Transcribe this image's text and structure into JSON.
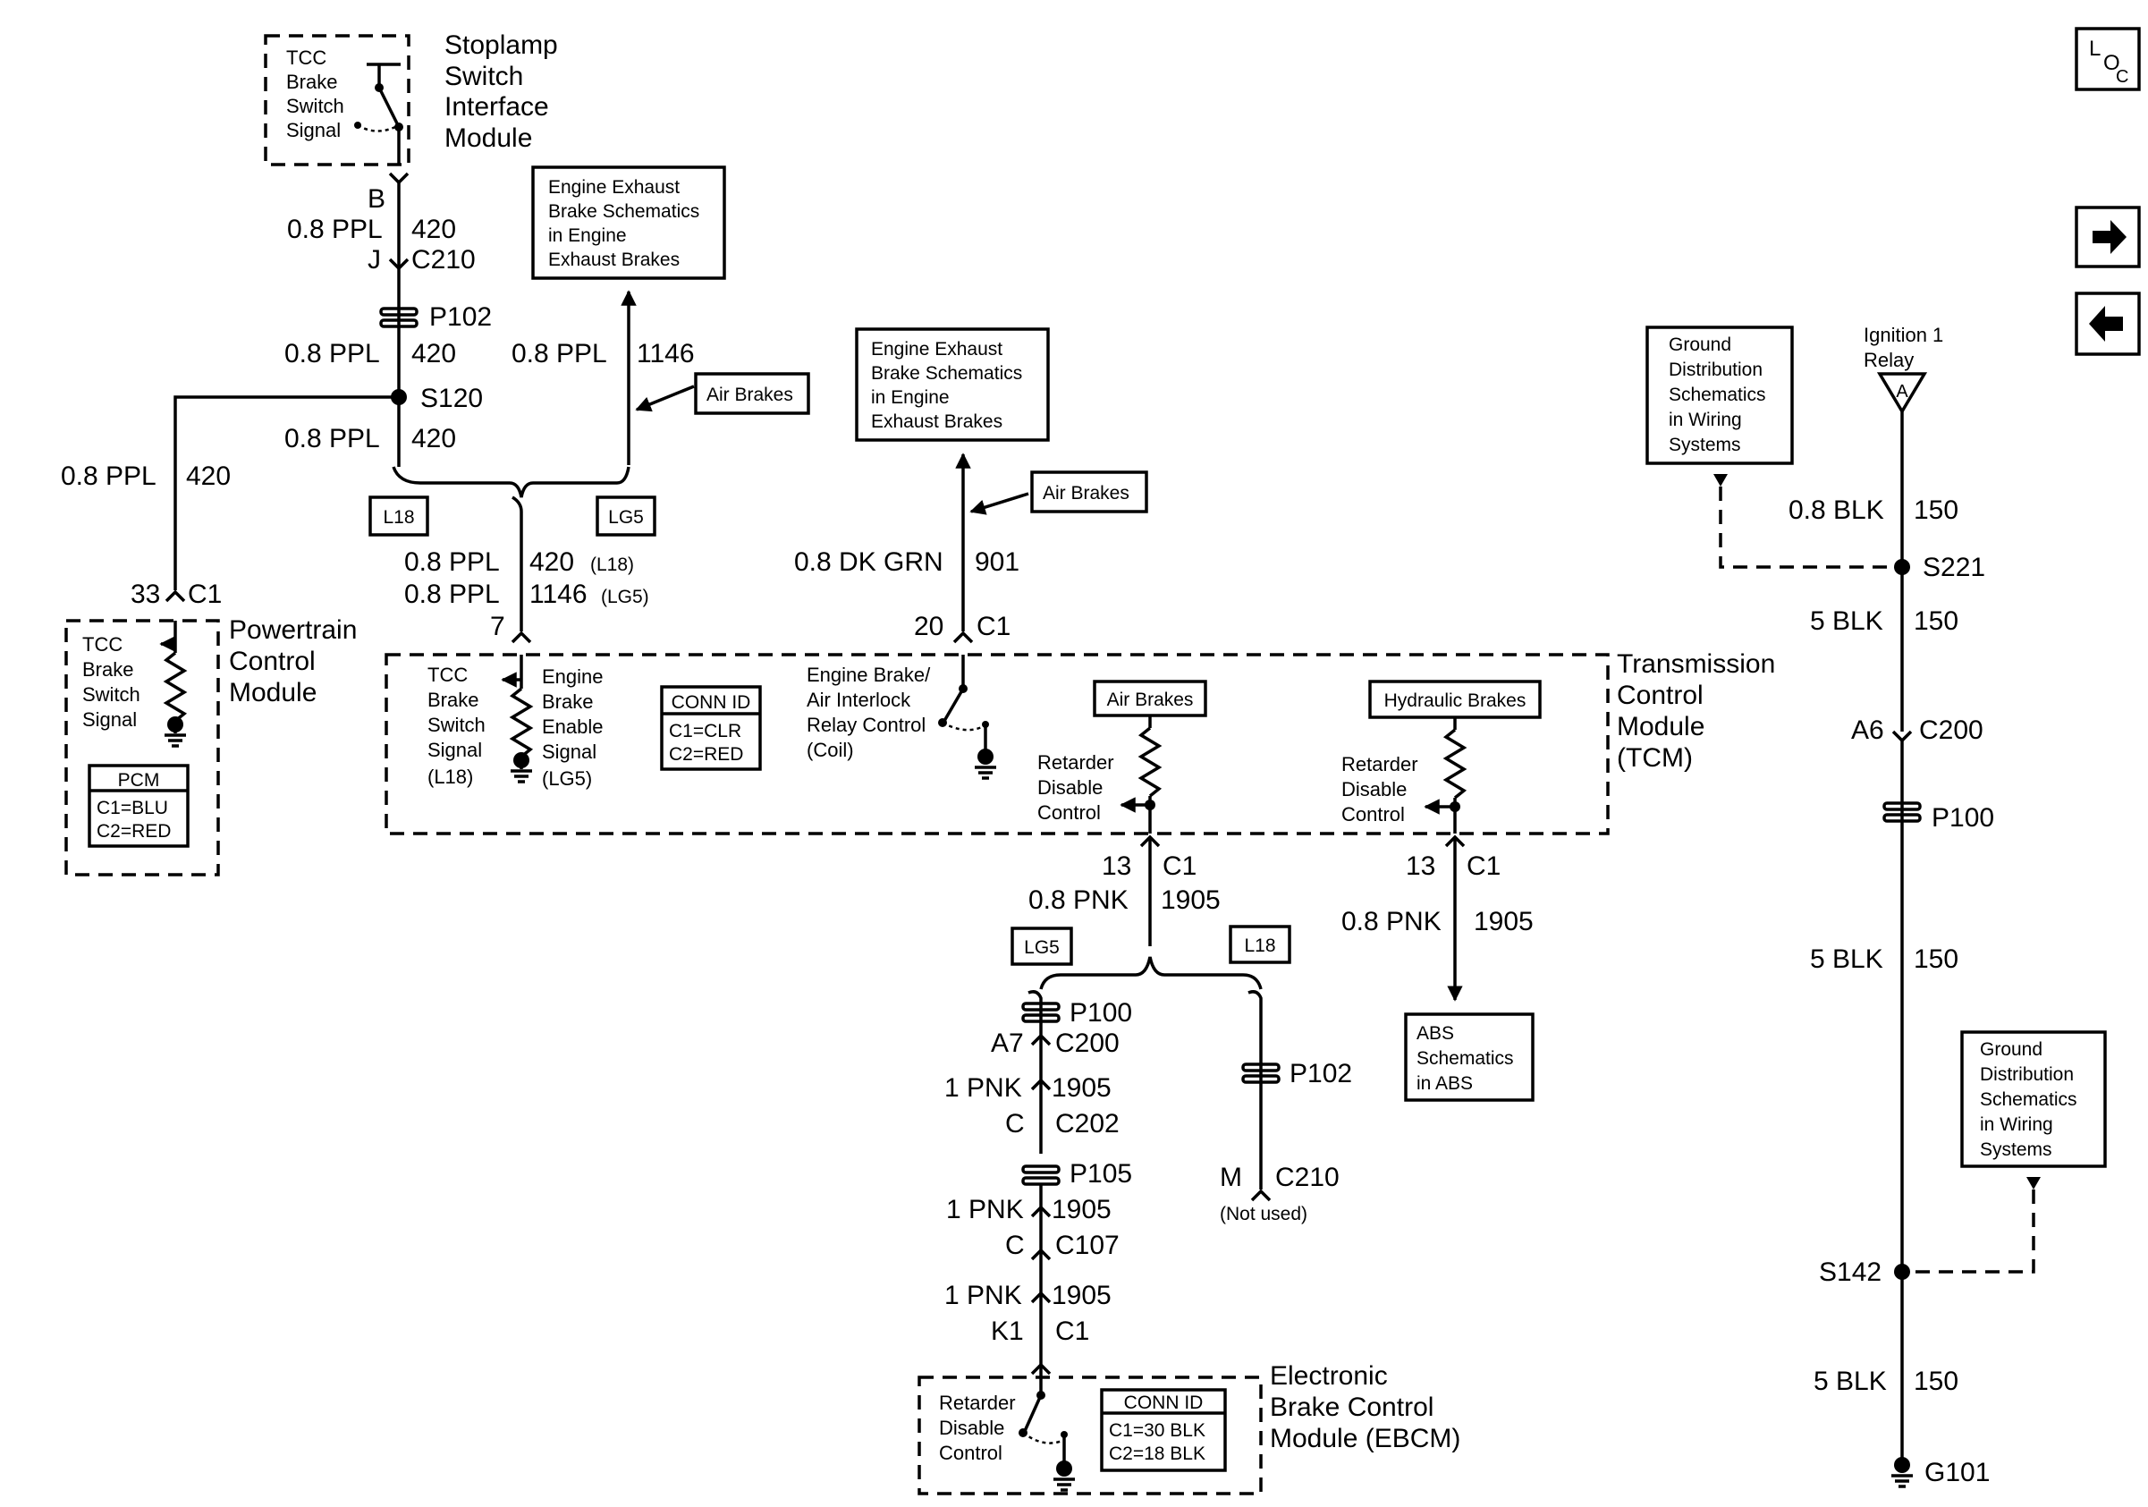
{
  "stoplamp_module": {
    "signal": [
      "TCC",
      "Brake",
      "Switch",
      "Signal"
    ],
    "name": [
      "Stoplamp",
      "Switch",
      "Interface",
      "Module"
    ]
  },
  "refs": {
    "engine_exhaust_1": [
      "Engine Exhaust",
      "Brake Schematics",
      "in Engine",
      "Exhaust Brakes"
    ],
    "engine_exhaust_2": [
      "Engine Exhaust",
      "Brake Schematics",
      "in Engine",
      "Exhaust Brakes"
    ],
    "air_brakes_1": "Air Brakes",
    "air_brakes_2": "Air Brakes",
    "ground_dist_1": [
      "Ground",
      "Distribution",
      "Schematics",
      "in Wiring",
      "Systems"
    ],
    "ground_dist_2": [
      "Ground",
      "Distribution",
      "Schematics",
      "in Wiring",
      "Systems"
    ],
    "abs": [
      "ABS",
      "Schematics",
      "in ABS"
    ]
  },
  "options": {
    "l18": "L18",
    "lg5": "LG5",
    "air_brakes": "Air Brakes",
    "hydraulic_brakes": "Hydraulic Brakes"
  },
  "wire_b": {
    "pin_top": "B",
    "size": "0.8 PPL",
    "circuit": "420",
    "pin_bottom": "J",
    "connector": "C210",
    "splice_pack": "P102",
    "size2": "0.8 PPL",
    "circuit2": "420",
    "splice": "S120",
    "size3": "0.8 PPL",
    "circuit3": "420"
  },
  "wire_left": {
    "size": "0.8 PPL",
    "circuit": "420",
    "pin": "33",
    "connector": "C1"
  },
  "wire_1146": {
    "size": "0.8 PPL",
    "circuit": "1146"
  },
  "tcm_input": {
    "size_l18": "0.8 PPL",
    "circuit_l18": "420",
    "tag_l18": "(L18)",
    "size_lg5": "0.8 PPL",
    "circuit_lg5": "1146",
    "tag_lg5": "(LG5)",
    "pin": "7"
  },
  "wire_901": {
    "size": "0.8 DK GRN",
    "circuit": "901",
    "pin": "20",
    "connector": "C1"
  },
  "pcm": {
    "signal": [
      "TCC",
      "Brake",
      "Switch",
      "Signal"
    ],
    "name": [
      "Powertrain",
      "Control",
      "Module"
    ],
    "conn_title": "PCM",
    "conn_lines": [
      "C1=BLU",
      "C2=RED"
    ]
  },
  "tcm": {
    "name": [
      "Transmission",
      "Control",
      "Module",
      "(TCM)"
    ],
    "tcc_signal": [
      "TCC",
      "Brake",
      "Switch",
      "Signal",
      "(L18)"
    ],
    "enable_signal": [
      "Engine",
      "Brake",
      "Enable",
      "Signal",
      "(LG5)"
    ],
    "conn_title": "CONN ID",
    "conn_lines": [
      "C1=CLR",
      "C2=RED"
    ],
    "relay": [
      "Engine Brake/",
      "Air Interlock",
      "Relay Control",
      "(Coil)"
    ],
    "retarder_1": [
      "Retarder",
      "Disable",
      "Control"
    ],
    "retarder_2": [
      "Retarder",
      "Disable",
      "Control"
    ]
  },
  "wire_1905_air": {
    "pin": "13",
    "connector": "C1",
    "size": "0.8 PNK",
    "circuit": "1905"
  },
  "wire_1905_hyd": {
    "pin": "13",
    "connector": "C1",
    "size": "0.8 PNK",
    "circuit": "1905"
  },
  "ebcm_path": {
    "p100": "P100",
    "pin_a7": "A7",
    "c200": "C200",
    "size1": "1 PNK",
    "circ1": "1905",
    "pin_c1": "C",
    "c202": "C202",
    "p105": "P105",
    "size2": "1 PNK",
    "circ2": "1905",
    "pin_c2": "C",
    "c107": "C107",
    "size3": "1 PNK",
    "circ3": "1905",
    "pin_k1": "K1",
    "conn_c1": "C1"
  },
  "l18_branch": {
    "p102": "P102",
    "pin_m": "M",
    "c210": "C210",
    "note": "(Not used)"
  },
  "ebcm": {
    "switch": [
      "Retarder",
      "Disable",
      "Control"
    ],
    "conn_title": "CONN ID",
    "conn_lines": [
      "C1=30 BLK",
      "C2=18 BLK"
    ],
    "name": [
      "Electronic",
      "Brake Control",
      "Module (EBCM)"
    ]
  },
  "ground_path": {
    "relay": [
      "Ignition 1",
      "Relay"
    ],
    "relay_tag": "A",
    "size1": "0.8 BLK",
    "circ1": "150",
    "s221": "S221",
    "size2": "5 BLK",
    "circ2": "150",
    "pin_a6": "A6",
    "c200": "C200",
    "p100": "P100",
    "size3": "5 BLK",
    "circ3": "150",
    "s142": "S142",
    "size4": "5 BLK",
    "circ4": "150",
    "g101": "G101"
  },
  "nav": {
    "loc_l": "L",
    "loc_o": "O",
    "loc_c": "C",
    "next": "→",
    "prev": "←"
  }
}
